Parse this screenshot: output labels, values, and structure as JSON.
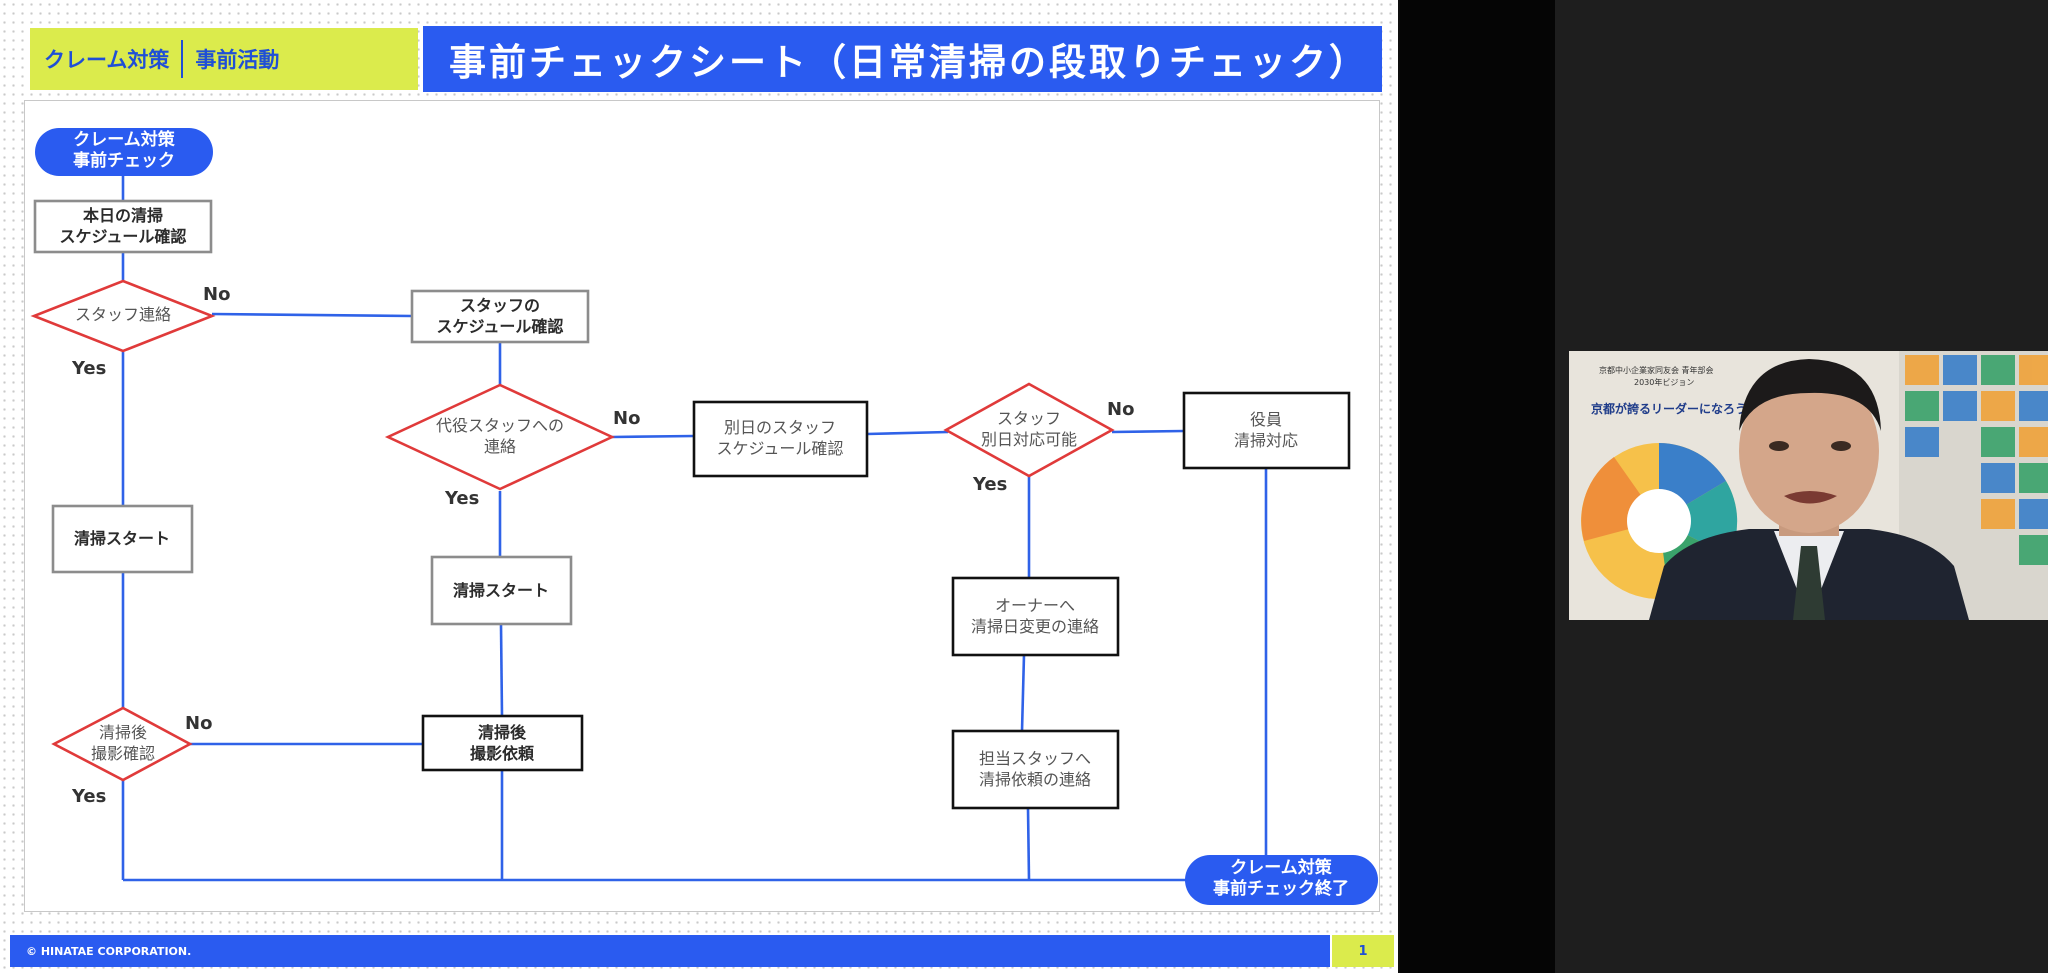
{
  "slide": {
    "header": {
      "category": "クレーム対策",
      "subcategory": "事前活動",
      "title": "事前チェックシート（日常清掃の段取りチェック）"
    },
    "footer": {
      "copyright": "© HINATAE CORPORATION.",
      "page": "1"
    },
    "flow": {
      "start": [
        "クレーム対策",
        "事前チェック"
      ],
      "end": [
        "クレーム対策",
        "事前チェック終了"
      ],
      "boxes": {
        "schedule": [
          "本日の清掃",
          "スケジュール確認"
        ],
        "staff_schedule": [
          "スタッフの",
          "スケジュール確認"
        ],
        "start1": [
          "清掃スタート"
        ],
        "start2": [
          "清掃スタート"
        ],
        "photo_request": [
          "清掃後",
          "撮影依頼"
        ],
        "other_day": [
          "別日のスタッフ",
          "スケジュール確認"
        ],
        "executive": [
          "役員",
          "清掃対応"
        ],
        "owner": [
          "オーナーへ",
          "清掃日変更の連絡"
        ],
        "assign": [
          "担当スタッフへ",
          "清掃依頼の連絡"
        ]
      },
      "decisions": {
        "contact": [
          "スタッフ連絡"
        ],
        "substitute": [
          "代役スタッフへの",
          "連絡"
        ],
        "other_day_ok": [
          "スタッフ",
          "別日対応可能"
        ],
        "photo_check": [
          "清掃後",
          "撮影確認"
        ]
      },
      "labels": {
        "yes": "Yes",
        "no": "No"
      }
    }
  },
  "webcam": {
    "poster_org": "京都中小企業家同友会 青年部会",
    "poster_vision": "2030年ビジョン",
    "poster_headline": "京都が誇るリーダーになろう"
  },
  "colors": {
    "accent_blue": "#2a5bf0",
    "accent_yellow": "#dbeb4c",
    "decision_red": "#e03a3a"
  }
}
